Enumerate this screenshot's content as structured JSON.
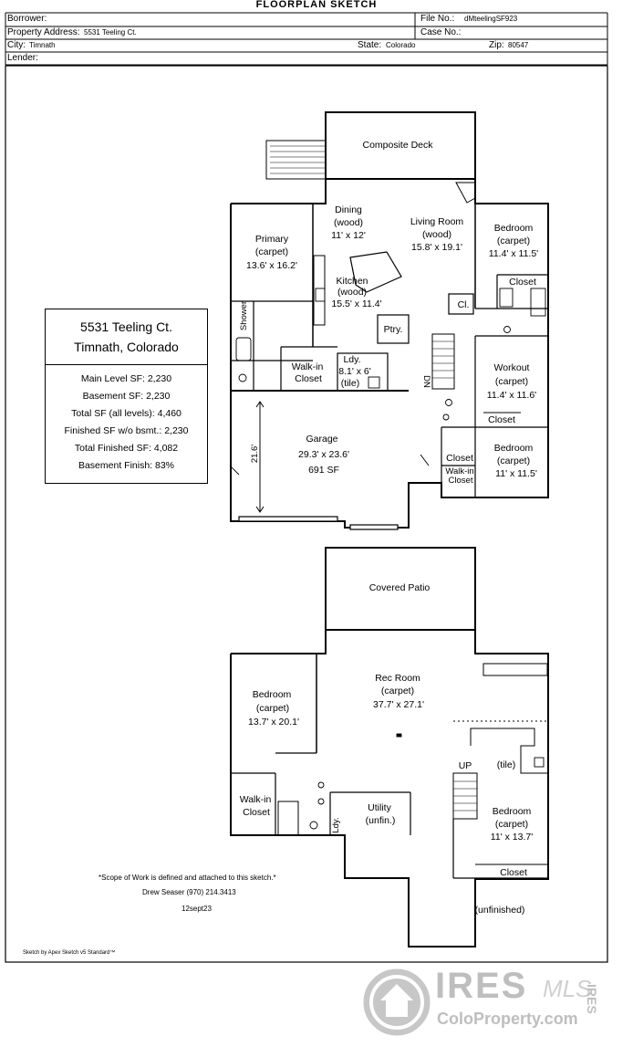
{
  "header": {
    "title": "FLOORPLAN SKETCH",
    "borrower_label": "Borrower:",
    "file_no_label": "File No.:",
    "file_no": "dMteelingSF923",
    "address_label": "Property Address:",
    "address": "5531 Teeling Ct.",
    "case_no_label": "Case No.:",
    "city_label": "City:",
    "city": "Timnath",
    "state_label": "State:",
    "state": "Colorado",
    "zip_label": "Zip:",
    "zip": "80547",
    "lender_label": "Lender:"
  },
  "info_box": {
    "line1": "5531 Teeling Ct.",
    "line2": "Timnath, Colorado",
    "stats": [
      "Main Level SF: 2,230",
      "Basement SF: 2,230",
      "Total SF (all levels): 4,460",
      "Finished SF w/o bsmt.: 2,230",
      "Total Finished SF: 4,082",
      "Basement Finish: 83%"
    ]
  },
  "main_level": {
    "composite_deck": "Composite Deck",
    "dining": [
      "Dining",
      "(wood)",
      "11' x 12'"
    ],
    "living": [
      "Living Room",
      "(wood)",
      "15.8' x 19.1'"
    ],
    "bedroom1": [
      "Bedroom",
      "(carpet)",
      "11.4' x 11.5'"
    ],
    "closet1": "Closet",
    "primary": [
      "Primary",
      "(carpet)",
      "13.6' x 16.2'"
    ],
    "kitchen": [
      "Kitchen",
      "(wood)",
      "15.5' x 11.4'"
    ],
    "cl": "Cl.",
    "pantry": "Ptry.",
    "shower": "Shower",
    "walkin": [
      "Walk-in",
      "Closet"
    ],
    "laundry": [
      "Ldy.",
      "8.1' x 6'",
      "(tile)"
    ],
    "dn": "DN",
    "workout": [
      "Workout",
      "(carpet)",
      "11.4' x 11.6'"
    ],
    "closet2": "Closet",
    "closet3": "Closet",
    "bedroom2": [
      "Bedroom",
      "(carpet)",
      "11' x 11.5'"
    ],
    "walkin2": [
      "Walk-in",
      "Closet"
    ],
    "garage": [
      "Garage",
      "29.3' x 23.6'",
      "691 SF"
    ],
    "garage_dim": "21.6'"
  },
  "basement": {
    "covered_patio": "Covered Patio",
    "rec_room": [
      "Rec Room",
      "(carpet)",
      "37.7' x 27.1'"
    ],
    "bedroom1": [
      "Bedroom",
      "(carpet)",
      "13.7' x 20.1'"
    ],
    "up": "UP",
    "tile": "(tile)",
    "walkin": [
      "Walk-in",
      "Closet"
    ],
    "laundry": "Ldy.",
    "utility": [
      "Utility",
      "(unfin.)"
    ],
    "bedroom2": [
      "Bedroom",
      "(carpet)",
      "11' x 13.7'"
    ],
    "closet": "Closet",
    "unfinished": "(unfinished)"
  },
  "notes": {
    "scope": "*Scope of Work is defined and attached to this sketch.*",
    "author": "Drew Seaser   (970) 214.3413",
    "date": "12sept23",
    "software": "Sketch by Apex Sketch v5 Standard™"
  },
  "watermark": {
    "brand": "IRES",
    "mls": "MLS",
    "site": "ColoProperty.com",
    "side": "IRES"
  }
}
